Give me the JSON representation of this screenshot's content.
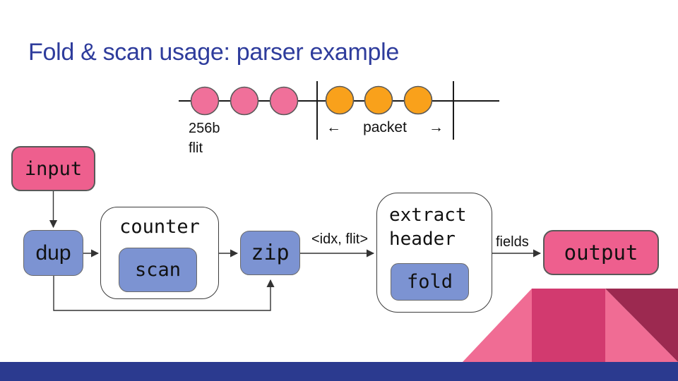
{
  "slide": {
    "title": "Fold & scan usage: parser example"
  },
  "colors": {
    "title_blue": "#2E3C9C",
    "footer_blue": "#2B3A8F",
    "node_pink": "#EE5F8E",
    "node_blue": "#7C93D2",
    "flit_circle_pink": "#F0709A",
    "packet_circle_orange": "#F9A11B",
    "decoration_light_pink": "#F06C94",
    "decoration_mid_pink": "#D23A6F",
    "decoration_maroon": "#9C2950"
  },
  "strip": {
    "flit_label": "256b\nflit",
    "packet_left_arrow": "←",
    "packet_label": "packet",
    "packet_right_arrow": "→"
  },
  "nodes": {
    "input": {
      "label": "input"
    },
    "dup": {
      "label": "dup"
    },
    "counter": {
      "label": "counter"
    },
    "scan": {
      "label": "scan"
    },
    "zip": {
      "label": "zip"
    },
    "extract_header": {
      "label": "extract\nheader"
    },
    "fold": {
      "label": "fold"
    },
    "output": {
      "label": "output"
    }
  },
  "edge_labels": {
    "idx_flit": "<idx, flit>",
    "fields": "fields"
  }
}
